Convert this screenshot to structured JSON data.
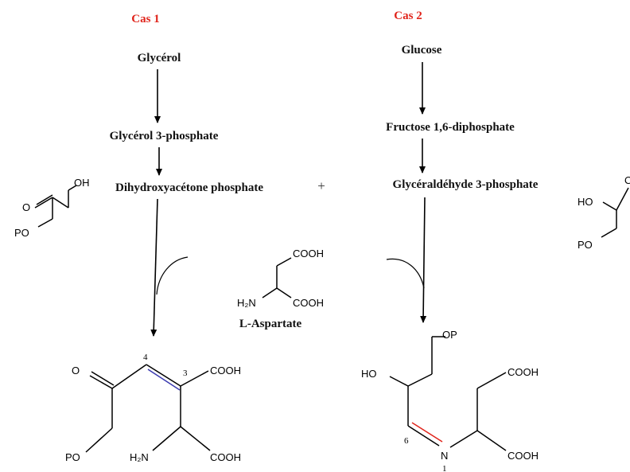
{
  "colors": {
    "cas": "#e0241b",
    "bond_blue": "#3b3bb0",
    "bond_red": "#e0241b"
  },
  "cas1": {
    "title": "Cas 1",
    "steps": [
      "Glycérol",
      "Glycérol 3-phosphate",
      "Dihydroxyacétone phosphate"
    ]
  },
  "plus": "+",
  "cas2": {
    "title": "Cas 2",
    "steps": [
      "Glucose",
      "Fructose 1,6-diphosphate",
      "Glycéraldéhyde 3-phosphate"
    ]
  },
  "aspartate": {
    "name": "L-Aspartate",
    "cooh_top": "COOH",
    "cooh_bottom": "COOH",
    "h2n": "H₂N"
  },
  "dhap_structure": {
    "oh": "OH",
    "o": "O",
    "po": "PO"
  },
  "g3p_structure": {
    "ho": "HO",
    "o": "O",
    "po": "PO"
  },
  "product1": {
    "o": "O",
    "po": "PO",
    "h2n": "H₂N",
    "cooh_top": "COOH",
    "cooh_bottom": "COOH",
    "pos_a": "4",
    "pos_b": "3"
  },
  "product2": {
    "op": "OP",
    "ho": "HO",
    "n": "N",
    "cooh_top": "COOH",
    "cooh_bottom": "COOH",
    "pos_a": "6",
    "pos_b": "1"
  }
}
